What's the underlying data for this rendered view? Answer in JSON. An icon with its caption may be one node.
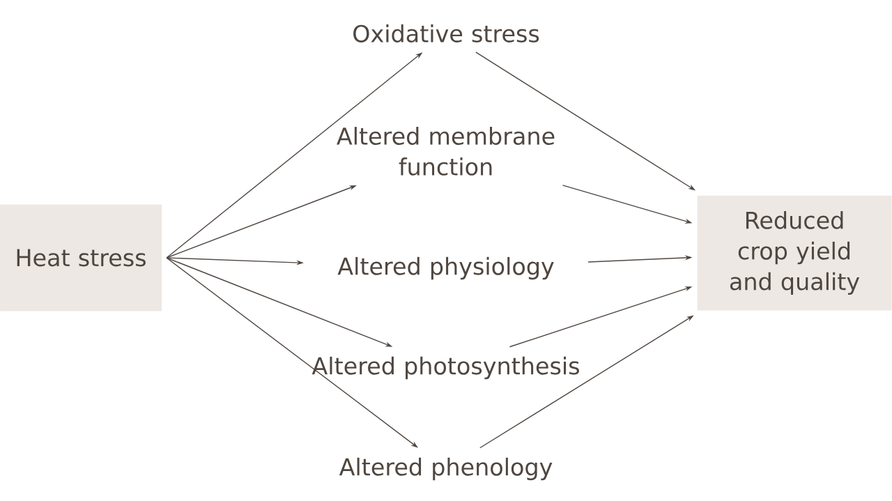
{
  "diagram": {
    "nodes": [
      {
        "text": [
          "Heat stress"
        ]
      },
      {
        "text": [
          "Oxidative stress"
        ]
      },
      {
        "text": [
          "Altered membrane function"
        ]
      },
      {
        "text": [
          "Altered physiology"
        ]
      },
      {
        "text": [
          "Altered photosynthesis"
        ]
      },
      {
        "text": [
          "Altered phenology"
        ]
      },
      {
        "text": [
          "Reduced crop yield and quality"
        ]
      }
    ],
    "edges": [
      {
        "from": 0,
        "to": 1,
        "arrow": "to"
      },
      {
        "from": 0,
        "to": 2,
        "arrow": "to"
      },
      {
        "from": 0,
        "to": 3,
        "arrow": "to"
      },
      {
        "from": 0,
        "to": 4,
        "arrow": "to"
      },
      {
        "from": 0,
        "to": 5,
        "arrow": "to"
      },
      {
        "from": 1,
        "to": 6,
        "arrow": "to"
      },
      {
        "from": 2,
        "to": 6,
        "arrow": "to"
      },
      {
        "from": 3,
        "to": 6,
        "arrow": "to"
      },
      {
        "from": 4,
        "to": 6,
        "arrow": "to"
      },
      {
        "from": 5,
        "to": 6,
        "arrow": "to"
      }
    ]
  }
}
